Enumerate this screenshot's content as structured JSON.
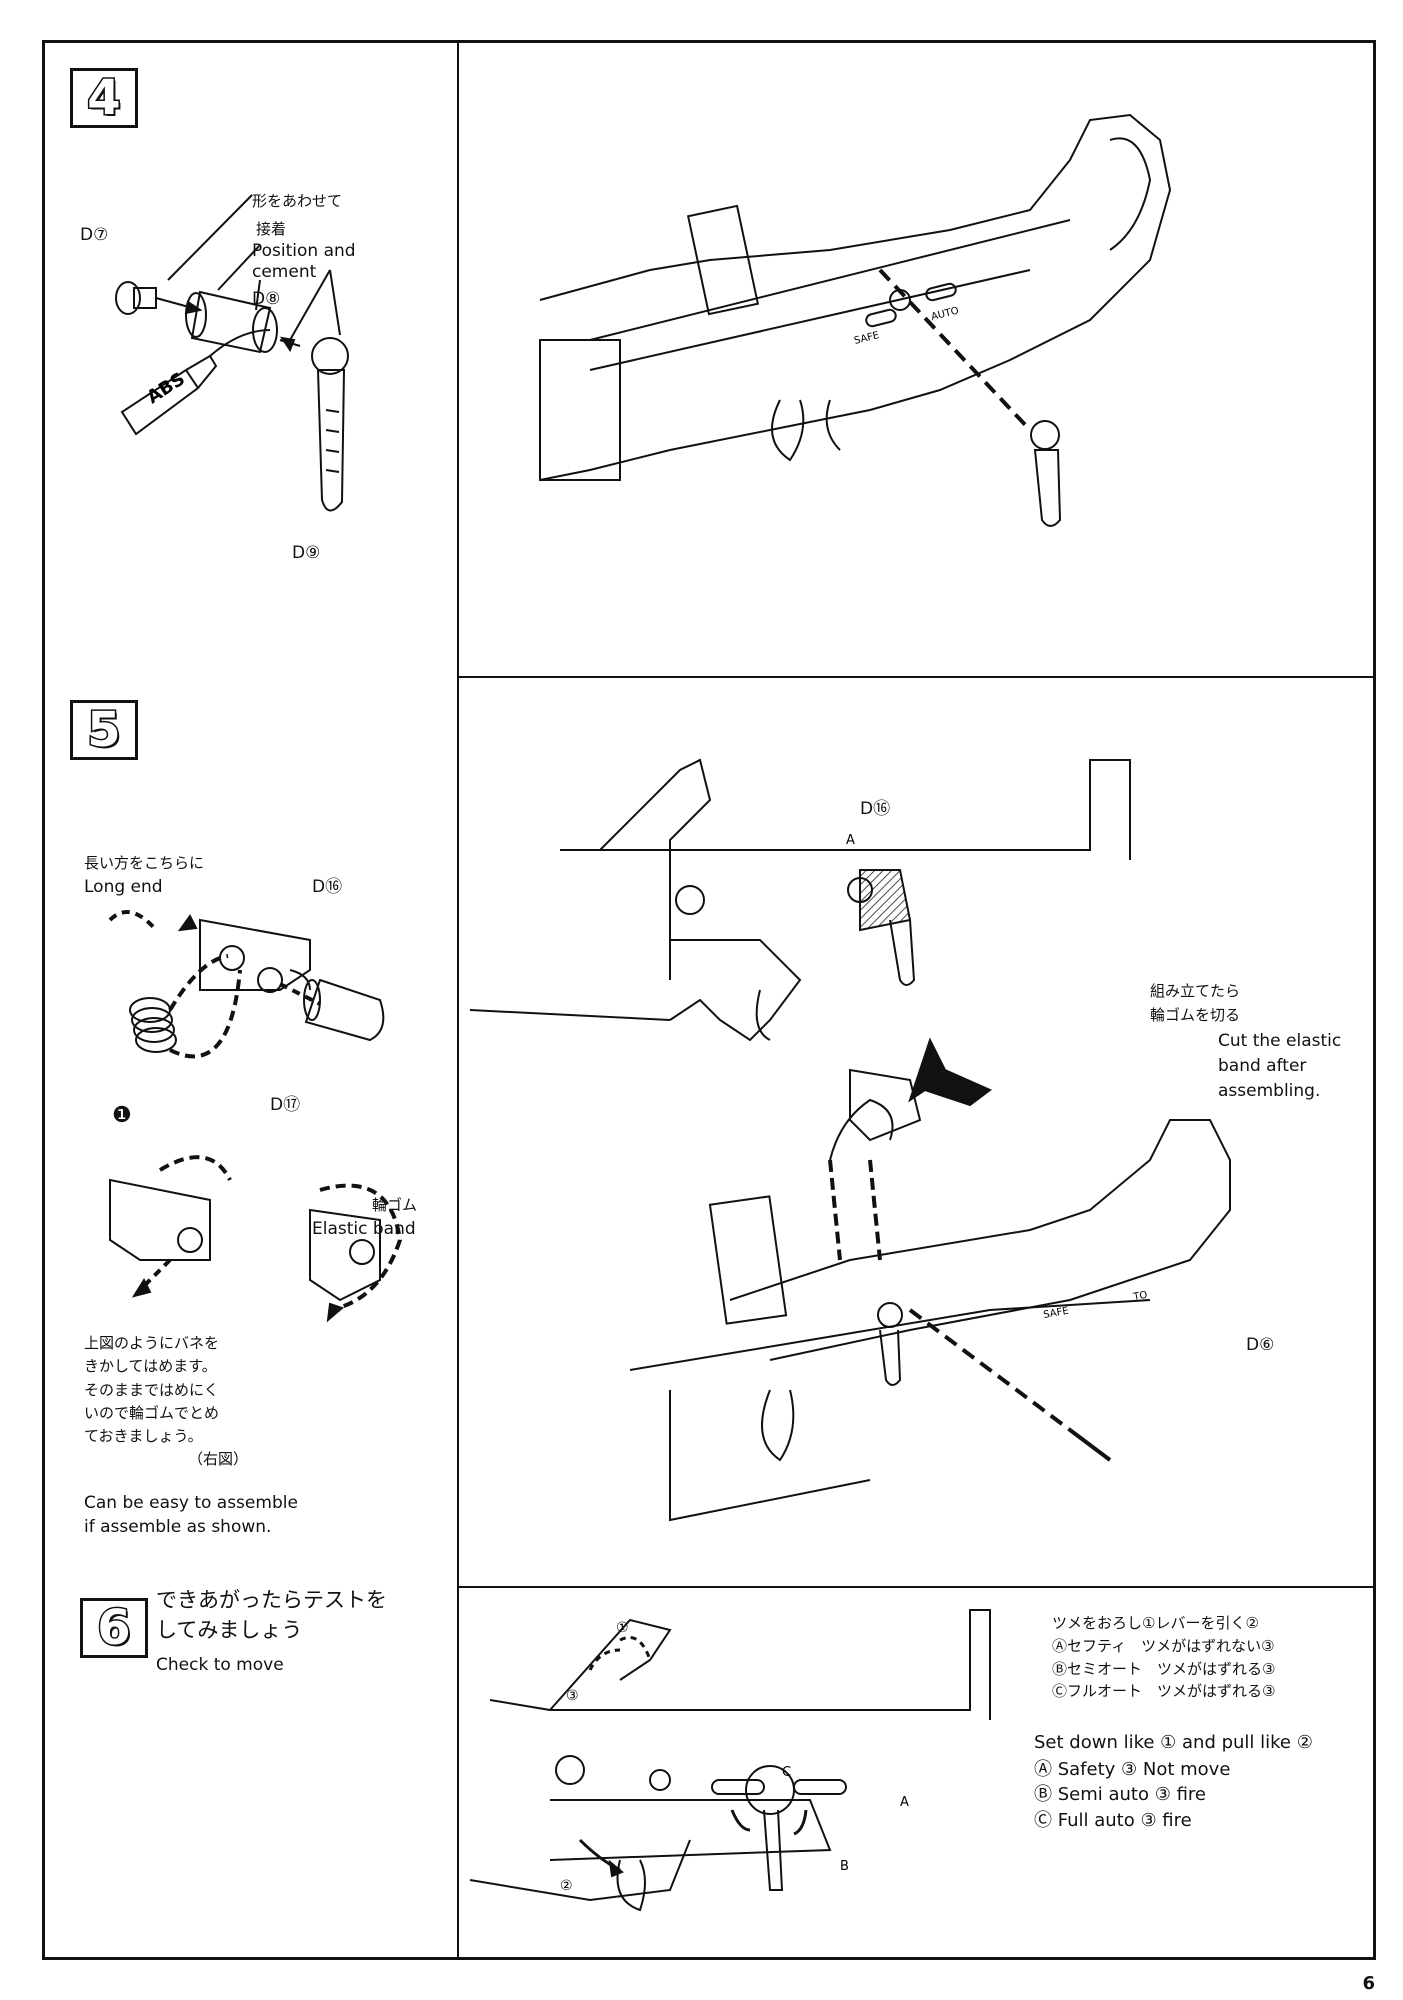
{
  "step4": {
    "number": "4",
    "note_jp_1": "形をあわせて",
    "note_jp_2": "接着",
    "note_en_1": "Position and",
    "note_en_2": "cement",
    "part_d7": "D⑦",
    "part_d8": "D⑧",
    "part_d9": "D⑨",
    "abs_label": "ABS",
    "selector_safe": "SAFE",
    "selector_auto": "AUTO"
  },
  "step5": {
    "number": "5",
    "long_end_jp": "長い方をこちらに",
    "long_end_en": "Long end",
    "part_d16": "D⑯",
    "part_d17": "D⑰",
    "part_1": "❶",
    "elastic_jp": "輪ゴム",
    "elastic_en": "Elastic band",
    "spring_note_jp": [
      "上図のようにバネを",
      "きかしてはめます。",
      "そのままではめにく",
      "いので輪ゴムでとめ",
      "ておきましょう。",
      "（右図）"
    ],
    "spring_note_en_1": "Can be easy to assemble",
    "spring_note_en_2": "if assemble as shown.",
    "right_d16": "D⑯",
    "right_a": "A",
    "cut_jp_1": "組み立てたら",
    "cut_jp_2": "輪ゴムを切る",
    "cut_en_1": "Cut the elastic",
    "cut_en_2": "band after",
    "cut_en_3": "assembling.",
    "part_d6": "D⑥",
    "selector_safe": "SAFE",
    "selector_auto": "TO"
  },
  "step6": {
    "number": "6",
    "title_jp_1": "できあがったらテストを",
    "title_jp_2": "してみましょう",
    "title_en": "Check to move",
    "fig_1": "①",
    "fig_2": "②",
    "fig_3": "③",
    "fig_a": "A",
    "fig_b": "B",
    "fig_c": "C",
    "test_jp": [
      "ツメをおろし①レバーを引く②",
      "Ⓐセフティ　ツメがはずれない③",
      "Ⓑセミオート　ツメがはずれる③",
      "Ⓒフルオート　ツメがはずれる③"
    ],
    "test_en": [
      "Set down like ① and pull like ②",
      "Ⓐ Safety ③ Not move",
      "Ⓑ Semi auto ③ fire",
      "Ⓒ Full auto ③ fire"
    ]
  },
  "page_number": "6"
}
